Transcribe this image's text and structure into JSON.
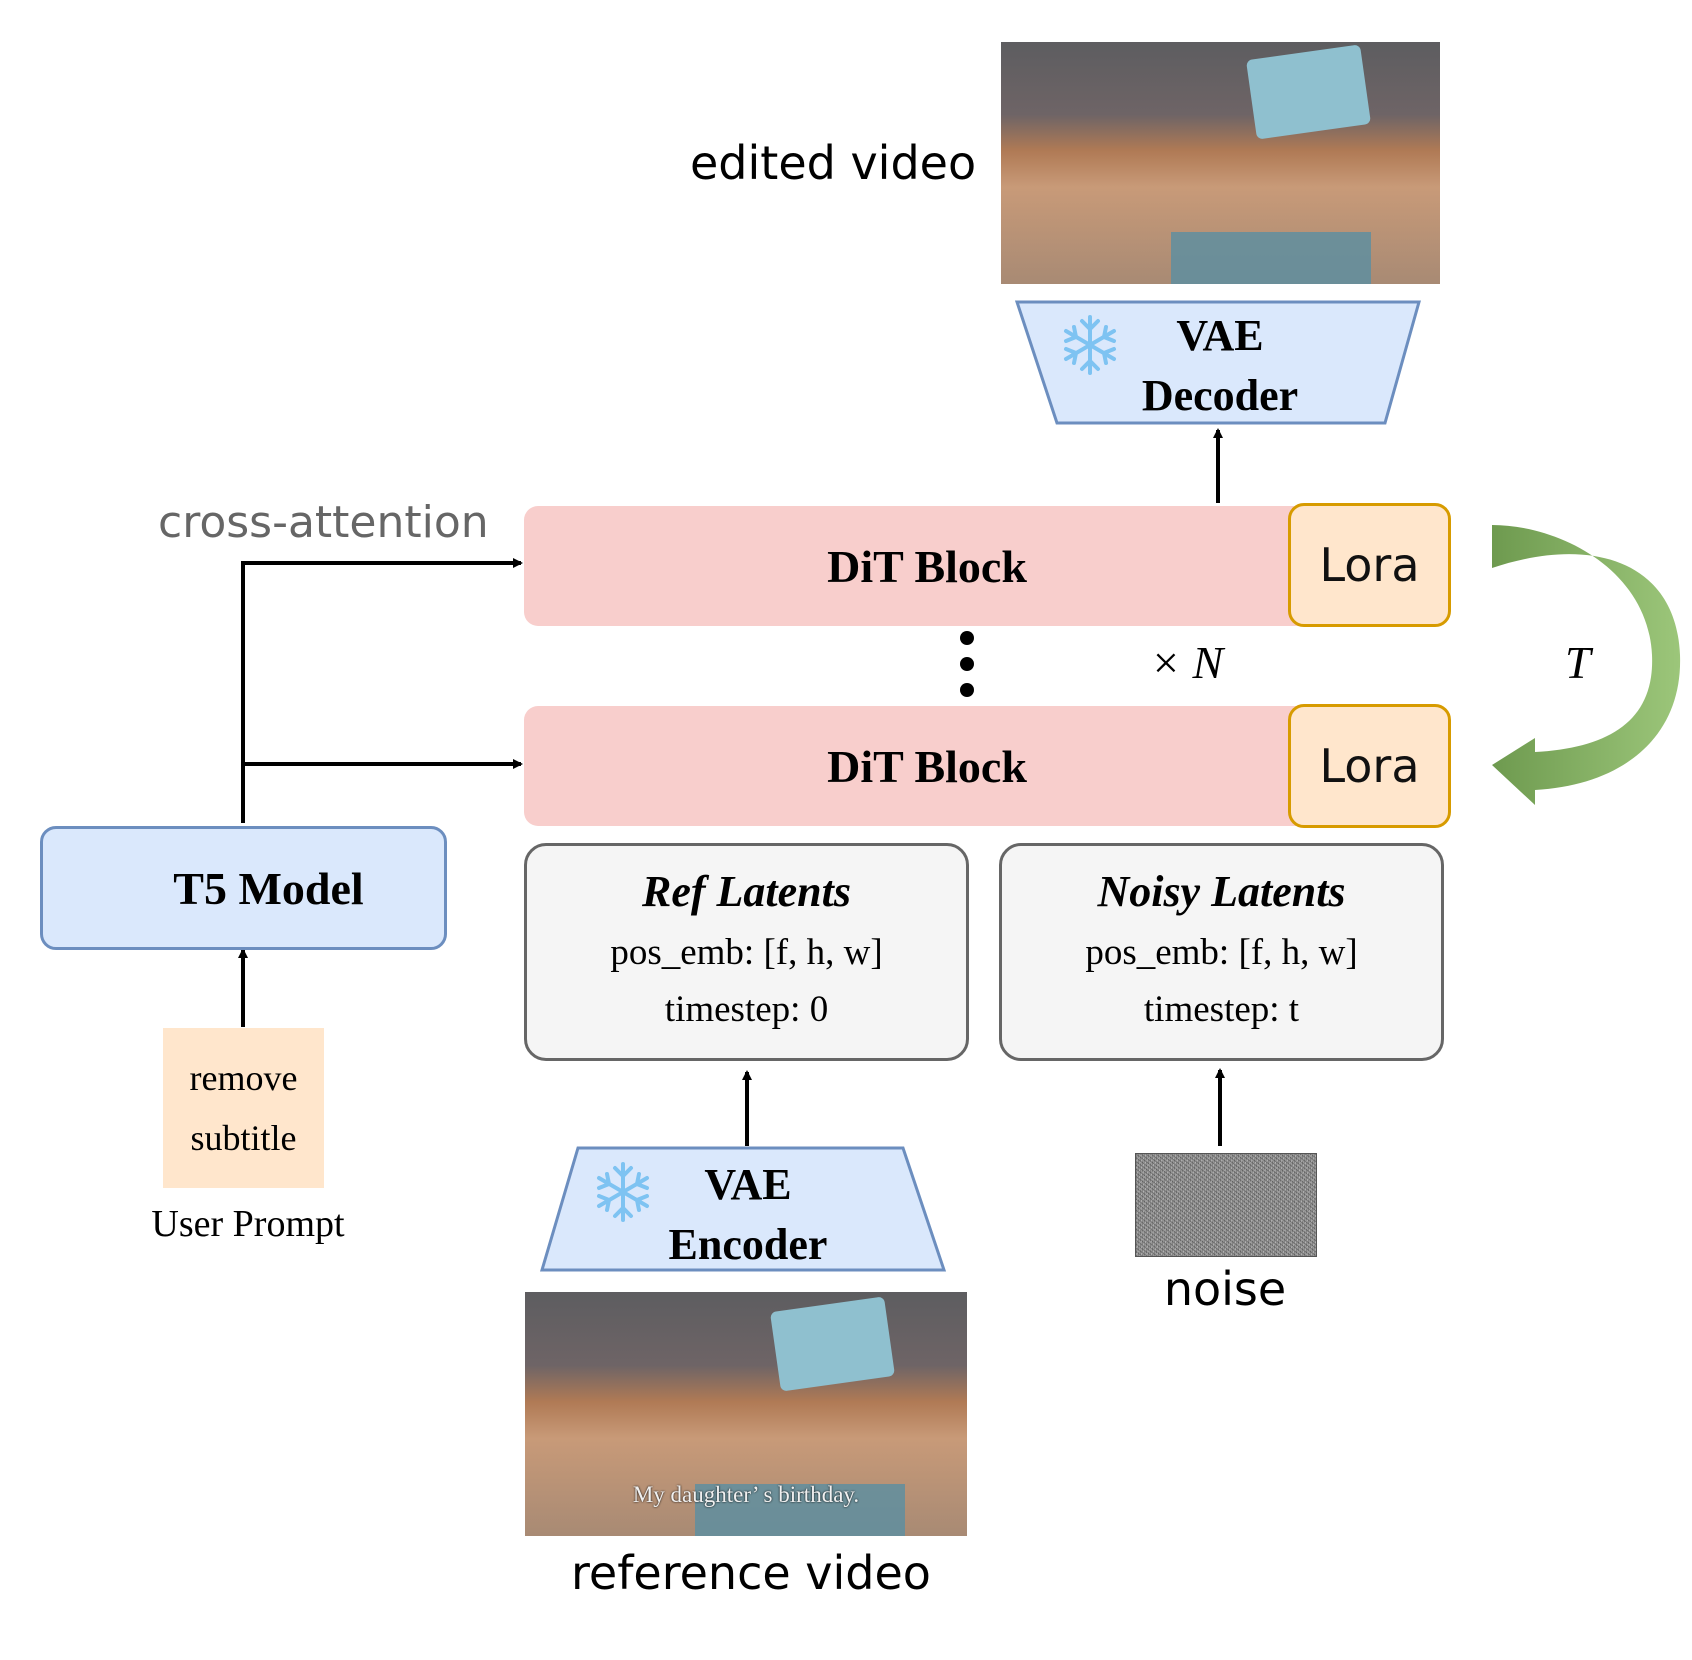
{
  "edited_video": {
    "label": "edited video"
  },
  "vae_decoder": {
    "line1": "VAE",
    "line2": "Decoder"
  },
  "cross_attention": {
    "label": "cross-attention"
  },
  "dit_block_top": {
    "label": "DiT Block",
    "lora": "Lora"
  },
  "repeat": {
    "label": "× N",
    "loop_label": "T"
  },
  "dit_block_bottom": {
    "label": "DiT Block",
    "lora": "Lora"
  },
  "t5_model": {
    "label": "T5 Model"
  },
  "user_prompt": {
    "line1": "remove",
    "line2": "subtitle",
    "caption": "User Prompt"
  },
  "ref_latents": {
    "title": "Ref Latents",
    "pos_emb": "pos_emb: [f, h, w]",
    "timestep": "timestep: 0"
  },
  "noisy_latents": {
    "title": "Noisy Latents",
    "pos_emb": "pos_emb: [f, h, w]",
    "timestep": "timestep: t"
  },
  "vae_encoder": {
    "line1": "VAE",
    "line2": "Encoder"
  },
  "noise": {
    "label": "noise"
  },
  "reference_video": {
    "label": "reference video",
    "subtitle": "My daughter’ s birthday."
  },
  "colors": {
    "dit_fill": "#f8cecc",
    "lora_fill": "#ffe6cc",
    "lora_stroke": "#d79b00",
    "vae_fill": "#dae8fc",
    "vae_stroke": "#6c8ebf",
    "latent_fill": "#f5f5f5",
    "latent_stroke": "#666666",
    "loop_arrow": "#82b366",
    "snowflake": "#7ec3f2"
  },
  "icons": [
    "snowflake-icon",
    "vertical-ellipsis-icon",
    "loop-arrow-icon"
  ]
}
